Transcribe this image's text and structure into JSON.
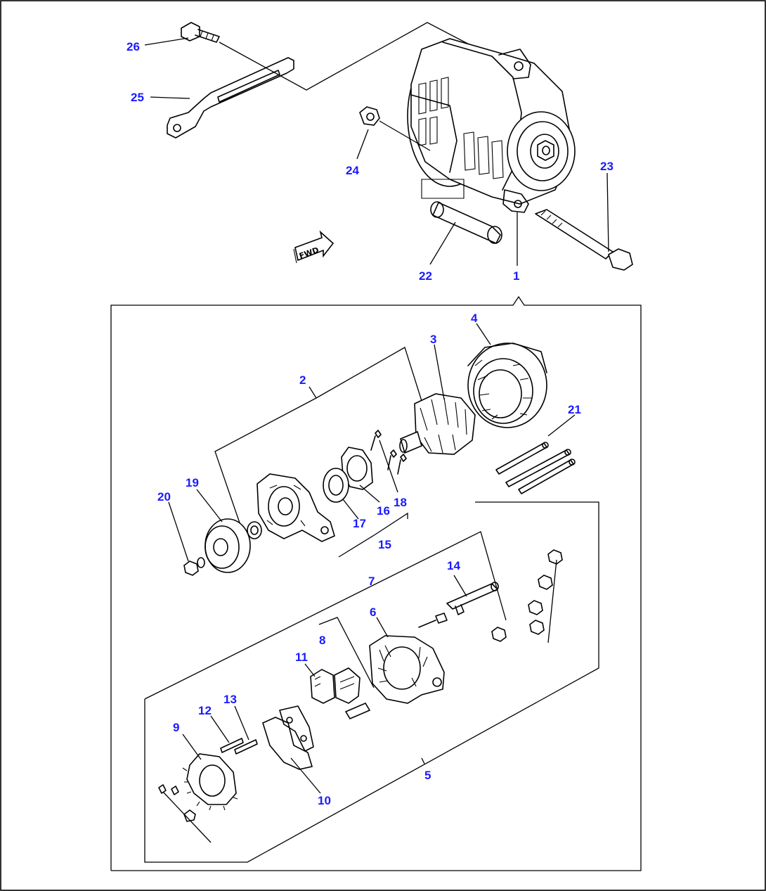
{
  "diagram": {
    "type": "exploded-parts-view",
    "direction_label": "FWD",
    "colors": {
      "callout": "#1a1aff",
      "line": "#000000",
      "background": "#ffffff"
    },
    "callouts": [
      "1",
      "2",
      "3",
      "4",
      "5",
      "6",
      "7",
      "8",
      "9",
      "10",
      "11",
      "12",
      "13",
      "14",
      "15",
      "16",
      "17",
      "18",
      "19",
      "20",
      "21",
      "22",
      "23",
      "24",
      "25",
      "26"
    ]
  }
}
